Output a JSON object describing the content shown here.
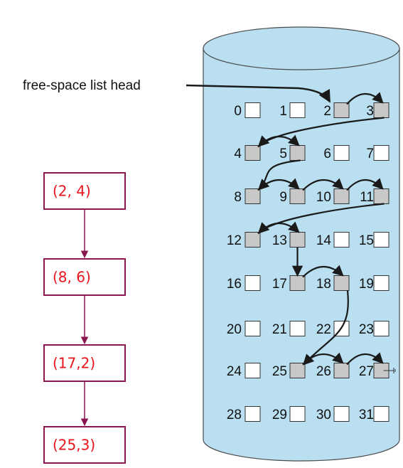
{
  "title": "free-space list head",
  "colors": {
    "cylinder_fill": "#b9dff0",
    "free_block": "#c8c8c8",
    "empty_block": "#ffffff",
    "box_border": "#8a1550",
    "box_text": "#e8141c",
    "arrow": "#1a1a1a"
  },
  "blocks": [
    {
      "n": "0",
      "free": false
    },
    {
      "n": "1",
      "free": false
    },
    {
      "n": "2",
      "free": true
    },
    {
      "n": "3",
      "free": true
    },
    {
      "n": "4",
      "free": true
    },
    {
      "n": "5",
      "free": true
    },
    {
      "n": "6",
      "free": false
    },
    {
      "n": "7",
      "free": false
    },
    {
      "n": "8",
      "free": true
    },
    {
      "n": "9",
      "free": true
    },
    {
      "n": "10",
      "free": true
    },
    {
      "n": "11",
      "free": true
    },
    {
      "n": "12",
      "free": true
    },
    {
      "n": "13",
      "free": true
    },
    {
      "n": "14",
      "free": false
    },
    {
      "n": "15",
      "free": false
    },
    {
      "n": "16",
      "free": false
    },
    {
      "n": "17",
      "free": true
    },
    {
      "n": "18",
      "free": true
    },
    {
      "n": "19",
      "free": false
    },
    {
      "n": "20",
      "free": false
    },
    {
      "n": "21",
      "free": false
    },
    {
      "n": "22",
      "free": false
    },
    {
      "n": "23",
      "free": false
    },
    {
      "n": "24",
      "free": false
    },
    {
      "n": "25",
      "free": true
    },
    {
      "n": "26",
      "free": true
    },
    {
      "n": "27",
      "free": true
    },
    {
      "n": "28",
      "free": false
    },
    {
      "n": "29",
      "free": false
    },
    {
      "n": "30",
      "free": false
    },
    {
      "n": "31",
      "free": false
    }
  ],
  "free_list": [
    "2",
    "3",
    "4",
    "5",
    "8",
    "9",
    "10",
    "11",
    "12",
    "13",
    "17",
    "18",
    "25",
    "26",
    "27"
  ],
  "extents": [
    {
      "label": "(2, 4)"
    },
    {
      "label": "(8, 6)"
    },
    {
      "label": "(17,2)"
    },
    {
      "label": "(25,3)"
    }
  ]
}
